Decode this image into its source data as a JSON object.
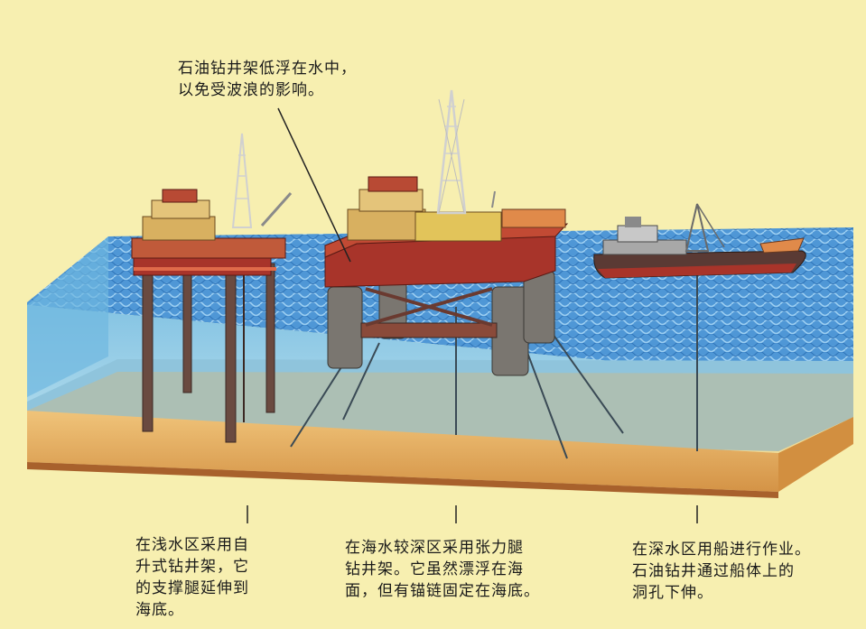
{
  "annotations": {
    "top": "石油钻井架低浮在水中，\n以免受波浪的影响。",
    "shallow": "在浅水区采用自\n升式钻井架，它\n的支撑腿延伸到\n海底。",
    "medium": "在海水较深区采用张力腿\n钻井架。它虽然漂浮在海\n面，但有锚链固定在海底。",
    "deep": "在深水区用船进行作业。\n石油钻井通过船体上的\n洞孔下伸。"
  },
  "colors": {
    "background": "#f7efb0",
    "water_surface": "#4f97d6",
    "water_body": "#8ec9e6",
    "seabed": "#e6b060",
    "platform_red": "#a8342a",
    "platform_yellow": "#d8b060",
    "derrick": "#d0d0d0"
  },
  "icons": [
    "jack-up-rig",
    "tension-leg-platform",
    "drill-ship",
    "anchor-cable",
    "pointer-line"
  ]
}
